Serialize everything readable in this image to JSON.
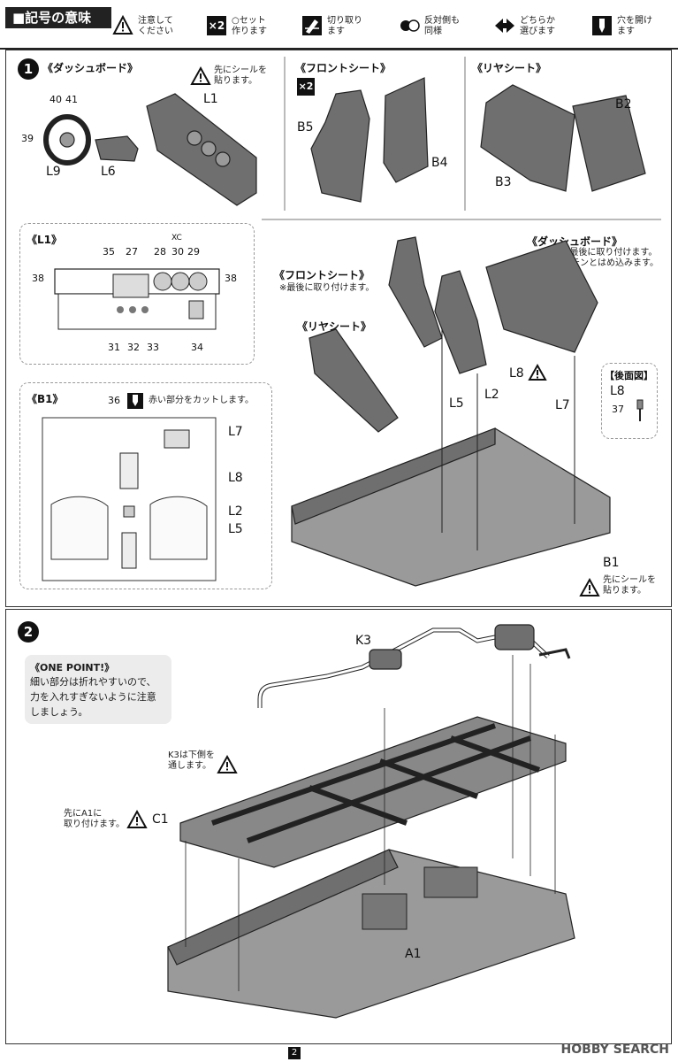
{
  "legend": {
    "title": "■記号の意味",
    "items": [
      {
        "icon": "warning-icon",
        "text": "注意して\nください"
      },
      {
        "icon": "x2-icon",
        "icon_text": "×2",
        "text": "○セット\n作ります"
      },
      {
        "icon": "cut-icon",
        "text": "切り取り\nます"
      },
      {
        "icon": "mirror-icon",
        "text": "反対側も\n同様"
      },
      {
        "icon": "choose-icon",
        "text": "どちらか\n選びます"
      },
      {
        "icon": "drill-icon",
        "text": "穴を開け\nます"
      }
    ]
  },
  "step1": {
    "number": "1",
    "dashboard": {
      "title": "《ダッシュボード》",
      "note": "先にシールを\n貼ります。",
      "part": "L1",
      "wheel_parts": [
        "40",
        "41",
        "39"
      ],
      "wheel_label": "L9",
      "stalk_label": "L6"
    },
    "front_seat": {
      "title": "《フロントシート》",
      "multiplier": "×2",
      "parts": [
        "B5",
        "B4"
      ]
    },
    "rear_seat": {
      "title": "《リヤシート》",
      "parts": [
        "B2",
        "B3"
      ]
    },
    "l1_detail": {
      "title": "《L1》",
      "tag": "XC",
      "top_nums": [
        "35",
        "27",
        "28",
        "30",
        "29"
      ],
      "side_nums": [
        "38",
        "38"
      ],
      "bottom_nums": [
        "31",
        "32",
        "33",
        "34"
      ]
    },
    "b1_detail": {
      "title": "《B1》",
      "cut_note": "赤い部分をカットします。",
      "num": "36",
      "labels": [
        "L7",
        "L8",
        "L2",
        "L5"
      ]
    },
    "assembly": {
      "dashboard_title": "《ダッシュボード》",
      "dashboard_note": "※最後に取り付けます。\nパチンとはめ込みます。",
      "front_title": "《フロントシート》",
      "front_note": "※最後に取り付けます。",
      "rear_title": "《リヤシート》",
      "labels": [
        "L8",
        "L2",
        "L5",
        "L7",
        "B1"
      ],
      "back_view": {
        "title": "【後面図】",
        "part": "L8",
        "num": "37"
      },
      "b1_note": "先にシールを\n貼ります。"
    }
  },
  "step2": {
    "number": "2",
    "one_point": {
      "title": "《ONE POINT!》",
      "text": "細い部分は折れやすいので、\n力を入れすぎないように注意\nしましょう。"
    },
    "labels": {
      "k3": "K3",
      "c1": "C1",
      "a1": "A1"
    },
    "k3_note": "K3は下側を\n通します。",
    "c1_note": "先にA1に\n取り付けます。"
  },
  "footer": {
    "page": "2",
    "watermark": "HOBBY SEARCH"
  }
}
